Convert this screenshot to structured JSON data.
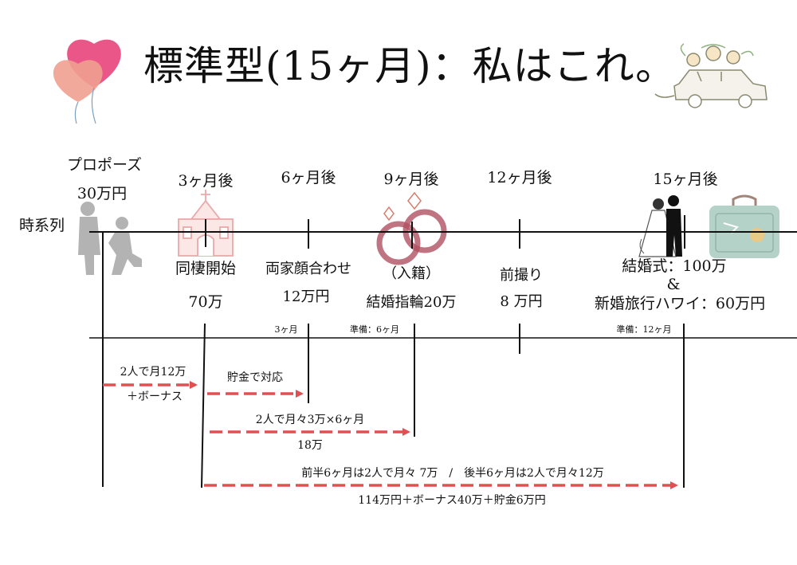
{
  "title": "標準型(15ヶ月)：私はこれ。",
  "axis_label": "時系列",
  "milestones": [
    {
      "time": "プロポーズ",
      "event": "",
      "amount": "30万円"
    },
    {
      "time": "3ヶ月後",
      "event": "同棲開始",
      "amount": "70万"
    },
    {
      "time": "6ヶ月後",
      "event": "両家顔合わせ",
      "amount": "12万円"
    },
    {
      "time": "9ヶ月後",
      "event": "（入籍）",
      "amount": "結婚指輪20万"
    },
    {
      "time": "12ヶ月後",
      "event": "前撮り",
      "amount": "8 万円"
    },
    {
      "time": "15ヶ月後",
      "event": "結婚式：100万",
      "amp": "&",
      "amount": "新婚旅行ハワイ：60万円"
    }
  ],
  "prep_labels": [
    "3ヶ月",
    "準備：6ヶ月",
    "準備：12ヶ月"
  ],
  "savings": [
    {
      "label_top": "2人で月12万",
      "label_bottom": "＋ボーナス"
    },
    {
      "label_top": "貯金で対応",
      "label_bottom": ""
    },
    {
      "label_top": "2人で月々3万×6ヶ月",
      "label_bottom": "18万"
    },
    {
      "label_top": "前半6ヶ月は2人で月々 7万　/　後半6ヶ月は2人で月々12万",
      "label_bottom": "114万円＋ボーナス40万＋貯金6万円"
    }
  ],
  "colors": {
    "line": "#111111",
    "arrow": "#e05050",
    "heart_pink": "#e8447a",
    "heart_peach": "#f0a090",
    "ring": "#b05060"
  },
  "icons": [
    "balloons-icon",
    "wedding-car-icon",
    "proposal-silhouette-icon",
    "church-icon",
    "rings-icon",
    "bride-groom-icon",
    "suitcase-icon"
  ]
}
